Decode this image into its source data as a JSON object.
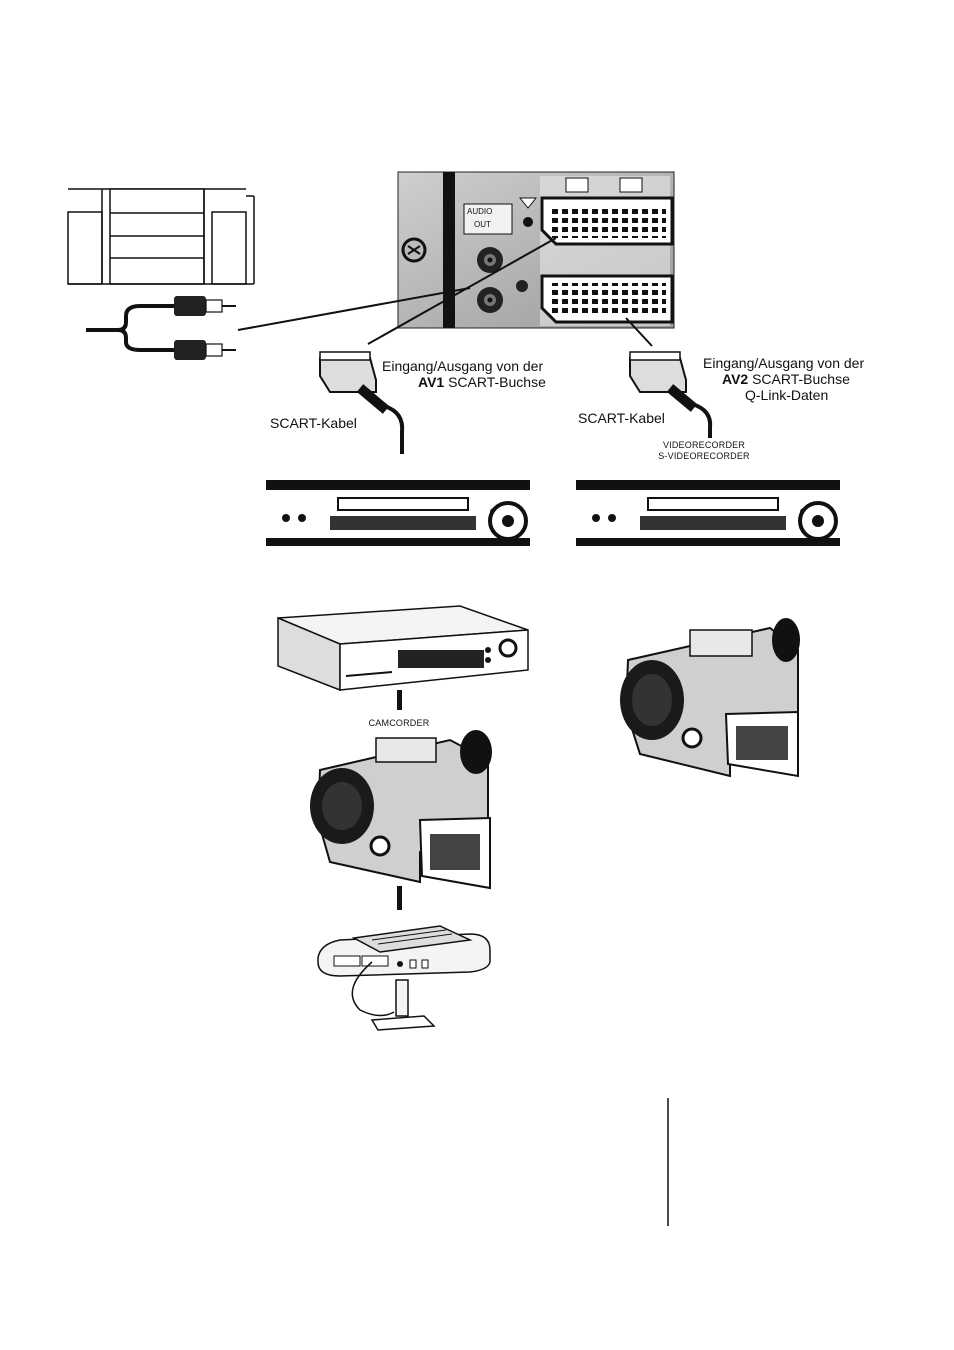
{
  "panel": {
    "audio_label": "AUDIO",
    "audio_sub": "OUT"
  },
  "av1": {
    "line1": "Eingang/Ausgang von der",
    "line2_bold": "AV1",
    "line2_rest": "SCART-Buchse",
    "cable_label": "SCART-Kabel"
  },
  "av2": {
    "line1": "Eingang/Ausgang von der",
    "line2_bold": "AV2",
    "line2_rest": "SCART-Buchse",
    "line3": "Q-Link-Daten",
    "cable_label": "SCART-Kabel",
    "device_line1": "VIDEORECORDER",
    "device_line2": "S-VIDEORECORDER"
  },
  "chain": {
    "camcorder_label": "CAMCORDER"
  }
}
